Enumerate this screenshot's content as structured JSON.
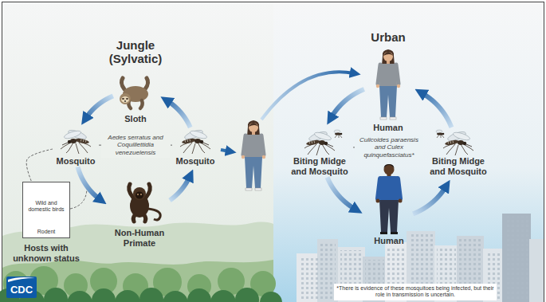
{
  "diagram": {
    "nodes": [
      {
        "text": [
          "Sloth"
        ]
      },
      {
        "text": [
          "Mosquito"
        ]
      },
      {
        "text": [
          "Mosquito"
        ]
      },
      {
        "text": [
          "Wild and domestic birds",
          "Rodent",
          "Hosts with unknown status"
        ]
      },
      {
        "text": [
          "Non-Human Primate"
        ]
      },
      {
        "text": [
          "Human"
        ]
      },
      {
        "text": [
          "Biting Midge and Mosquito"
        ]
      },
      {
        "text": [
          "Biting Midge and Mosquito"
        ]
      },
      {
        "text": [
          "Human"
        ]
      }
    ],
    "edges": [
      {
        "from": 2,
        "to": 0,
        "arrow": "to"
      },
      {
        "from": 0,
        "to": 1,
        "arrow": "to"
      },
      {
        "from": 1,
        "to": 4,
        "arrow": "to"
      },
      {
        "from": 4,
        "to": 2,
        "arrow": "to"
      },
      {
        "from": 1,
        "to": 2,
        "label": "Aedes serratus and Coquillettidia venezuelensis",
        "arrow": "none"
      },
      {
        "from": 1,
        "to": 3,
        "arrow": "none"
      },
      {
        "from": 5,
        "to": 6,
        "arrow": "to"
      },
      {
        "from": 6,
        "to": 8,
        "arrow": "to"
      },
      {
        "from": 8,
        "to": 7,
        "arrow": "to"
      },
      {
        "from": 7,
        "to": 5,
        "arrow": "to"
      },
      {
        "from": 6,
        "to": 7,
        "label": "Culicoides paraensis and Culex quinquefasciatus*",
        "arrow": "none"
      }
    ],
    "labels": [
      "Jungle (Sylvatic)",
      "Urban",
      "*There is evidence of these mosquitoes being infected, but their role in transmission is uncertain.",
      "CDC"
    ]
  }
}
